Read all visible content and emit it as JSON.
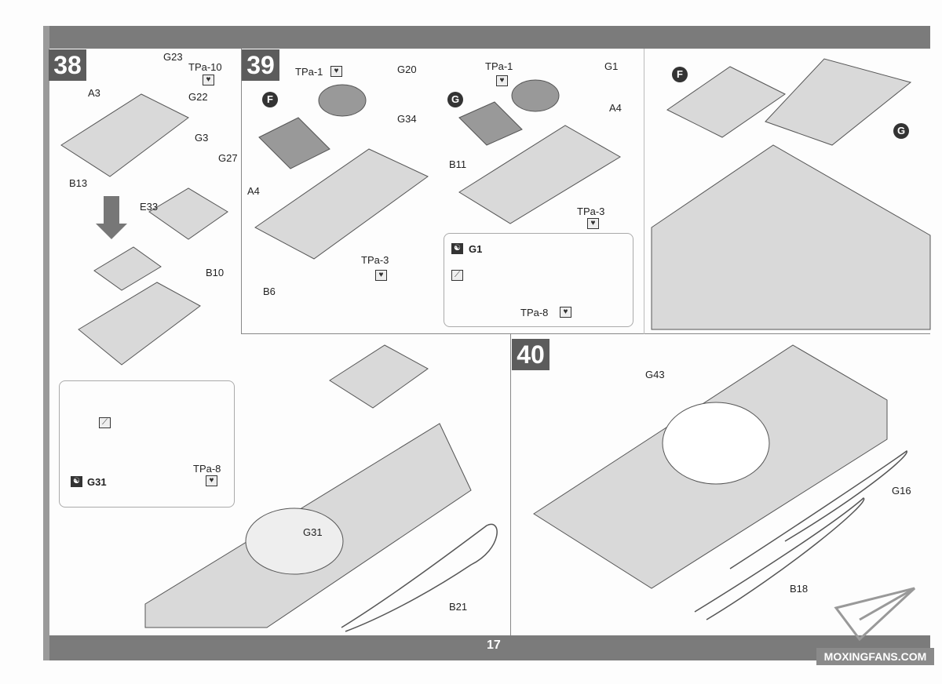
{
  "page_number": "17",
  "watermark": "MOXINGFANS.COM",
  "steps": {
    "s38": "38",
    "s39": "39",
    "s40": "40"
  },
  "markers": {
    "f": "F",
    "g": "G"
  },
  "labels": {
    "g23": "G23",
    "tpa10": "TPa-10",
    "a3": "A3",
    "g22": "G22",
    "b13": "B13",
    "g3": "G3",
    "g27": "G27",
    "e33": "E33",
    "b10": "B10",
    "tpa1_a": "TPa-1",
    "g20": "G20",
    "g34": "G34",
    "a4_a": "A4",
    "tpa3_a": "TPa-3",
    "b6": "B6",
    "tpa1_b": "TPa-1",
    "g1_a": "G1",
    "a4_b": "A4",
    "b11": "B11",
    "tpa3_b": "TPa-3",
    "g1_b": "G1",
    "tpa8_a": "TPa-8",
    "g31_a": "G31",
    "tpa8_b": "TPa-8",
    "g31_b": "G31",
    "b21": "B21",
    "g43": "G43",
    "g16": "G16",
    "b18": "B18"
  },
  "icons": {
    "photo_etch": "heart-plate-icon",
    "glue": "glue-icon",
    "cut": "cut-icon"
  }
}
